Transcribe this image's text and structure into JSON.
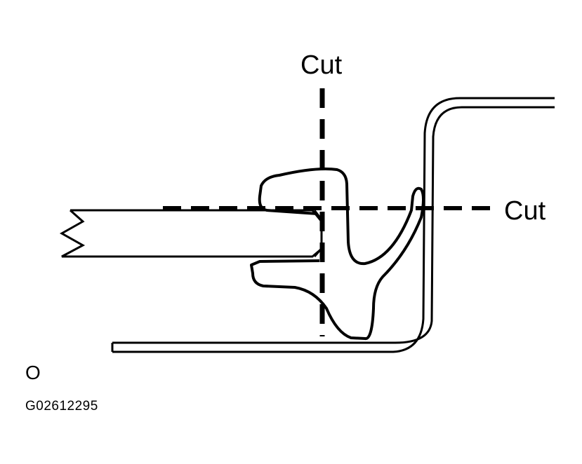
{
  "labels": {
    "cut_vertical": "Cut",
    "cut_horizontal": "Cut",
    "corner_mark": "O",
    "figure_id": "G02612295"
  },
  "colors": {
    "stroke": "#000000",
    "background": "#ffffff"
  }
}
